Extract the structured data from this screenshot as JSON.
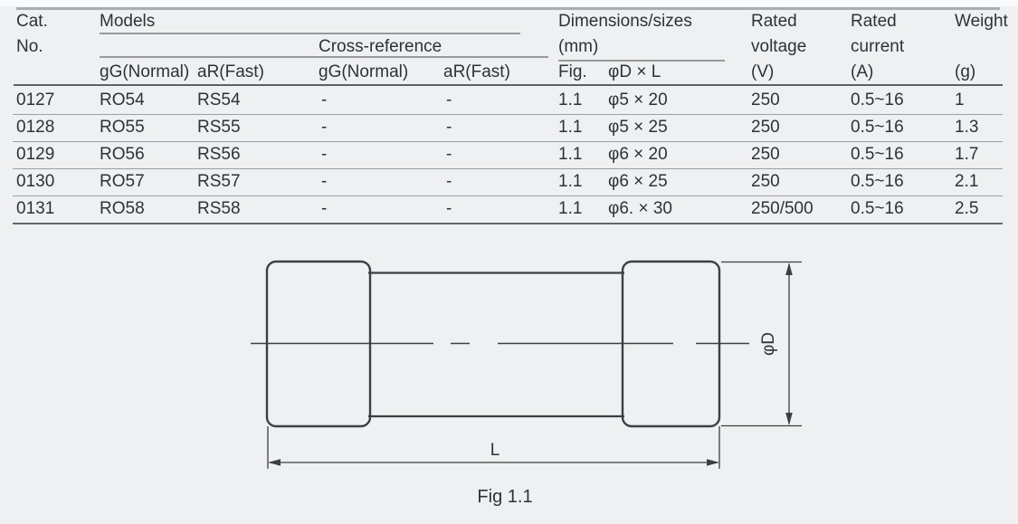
{
  "table": {
    "header": {
      "cat": "Cat.",
      "no": "No.",
      "models_group": "Models",
      "cross_reference_group": "Cross-reference",
      "dimensions_group": "Dimensions/sizes",
      "dimensions_unit": "(mm)",
      "rated_voltage_line1": "Rated",
      "rated_voltage_line2": "voltage",
      "rated_voltage_unit": "(V)",
      "rated_current_line1": "Rated",
      "rated_current_line2": "current",
      "rated_current_unit": "(A)",
      "weight": "Weight",
      "weight_unit": "(g)",
      "sub": {
        "gg_normal": "gG(Normal)",
        "ar_fast": "aR(Fast)",
        "cross_gg_normal": "gG(Normal)",
        "cross_ar_fast": "aR(Fast)",
        "fig": "Fig.",
        "d_by_l": "φD × L"
      }
    },
    "rows": [
      {
        "cat": "0127",
        "gg": "RO54",
        "ar": "RS54",
        "cross_gg": "-",
        "cross_ar": "-",
        "fig": "1.1",
        "size": "φ5 × 20",
        "voltage": "250",
        "current": "0.5~16",
        "weight": "1"
      },
      {
        "cat": "0128",
        "gg": "RO55",
        "ar": "RS55",
        "cross_gg": "-",
        "cross_ar": "-",
        "fig": "1.1",
        "size": "φ5 × 25",
        "voltage": "250",
        "current": "0.5~16",
        "weight": "1.3"
      },
      {
        "cat": "0129",
        "gg": "RO56",
        "ar": "RS56",
        "cross_gg": "-",
        "cross_ar": "-",
        "fig": "1.1",
        "size": "φ6 × 20",
        "voltage": "250",
        "current": "0.5~16",
        "weight": "1.7"
      },
      {
        "cat": "0130",
        "gg": "RO57",
        "ar": "RS57",
        "cross_gg": "-",
        "cross_ar": "-",
        "fig": "1.1",
        "size": "φ6 × 25",
        "voltage": "250",
        "current": "0.5~16",
        "weight": "2.1"
      },
      {
        "cat": "0131",
        "gg": "RO58",
        "ar": "RS58",
        "cross_gg": "-",
        "cross_ar": "-",
        "fig": "1.1",
        "size": "φ6. × 30",
        "voltage": "250/500",
        "current": "0.5~16",
        "weight": "2.5"
      }
    ]
  },
  "diagram": {
    "diameter_label": "φD",
    "length_label": "L",
    "caption": "Fig 1.1"
  },
  "colors": {
    "background": "#eff0f1",
    "text": "#2e3236",
    "thin_rule": "#97999c",
    "heavy_rule": "#5e6266",
    "drawing_stroke": "#3c3f42"
  }
}
